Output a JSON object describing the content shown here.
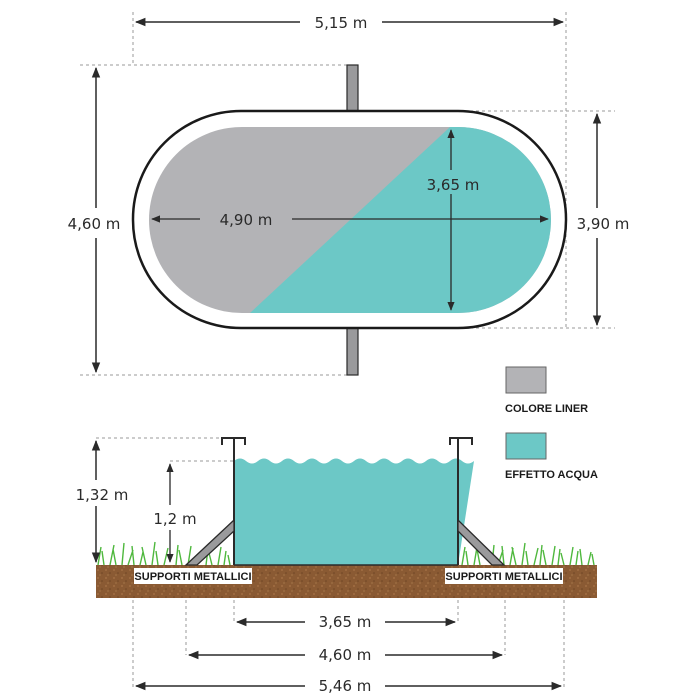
{
  "top_view": {
    "overall_length": "5,15 m",
    "overall_width": "4,60 m",
    "liner_length": "4,90 m",
    "liner_width": "3,65 m",
    "outer_width": "3,90 m"
  },
  "legend": {
    "items": [
      {
        "label": "COLORE LINER",
        "color": "#b3b3b6"
      },
      {
        "label": "EFFETTO ACQUA",
        "color": "#6cc8c6"
      }
    ]
  },
  "side_view": {
    "total_height": "1,32 m",
    "water_height": "1,2 m",
    "support_left_label": "SUPPORTI METALLICI",
    "support_right_label": "SUPPORTI METALLICI",
    "width_inner": "3,65 m",
    "width_mid": "4,60 m",
    "width_outer": "5,46 m"
  },
  "colors": {
    "liner": "#b3b3b6",
    "water": "#6cc8c6",
    "soil": "#8a5a33",
    "grass": "#5cc24a",
    "support": "#9a9a9c",
    "line": "#2a2a2a"
  }
}
